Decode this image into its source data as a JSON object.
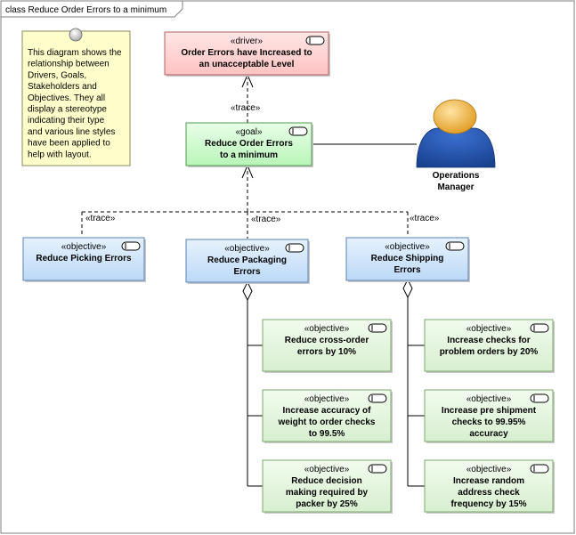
{
  "frame": {
    "title": "class Reduce Order Errors to a minimum"
  },
  "note": {
    "lines": [
      "This diagram shows the",
      "relationship between",
      "Drivers, Goals,",
      "Stakeholders and",
      "Objectives. They all",
      "display a stereotype",
      "indicating their type",
      "and various line styles",
      "have been applied to",
      "help with layout."
    ]
  },
  "driver": {
    "stereotype": "«driver»",
    "lines": [
      "Order Errors have Increased to",
      "an unacceptable Level"
    ]
  },
  "goal": {
    "stereotype": "«goal»",
    "lines": [
      "Reduce Order Errors",
      "to a minimum"
    ]
  },
  "actor": {
    "lines": [
      "Operations",
      "Manager"
    ]
  },
  "objectives": {
    "picking": {
      "stereotype": "«objective»",
      "lines": [
        "Reduce Picking Errors"
      ]
    },
    "packaging": {
      "stereotype": "«objective»",
      "lines": [
        "Reduce Packaging",
        "Errors"
      ]
    },
    "shipping": {
      "stereotype": "«objective»",
      "lines": [
        "Reduce Shipping",
        "Errors"
      ]
    },
    "cross_order": {
      "stereotype": "«objective»",
      "lines": [
        "Reduce cross-order",
        "errors by 10%"
      ]
    },
    "weight": {
      "stereotype": "«objective»",
      "lines": [
        "Increase accuracy of",
        "weight to order checks",
        "to 99.5%"
      ]
    },
    "decision": {
      "stereotype": "«objective»",
      "lines": [
        "Reduce decision",
        "making required by",
        "packer by 25%"
      ]
    },
    "problem_orders": {
      "stereotype": "«objective»",
      "lines": [
        "Increase checks for",
        "problem orders by 20%"
      ]
    },
    "pre_shipment": {
      "stereotype": "«objective»",
      "lines": [
        "Increase pre shipment",
        "checks to 99.95%",
        "accuracy"
      ]
    },
    "random_address": {
      "stereotype": "«objective»",
      "lines": [
        "Increase random",
        "address check",
        "frequency by 15%"
      ]
    }
  },
  "connectors": {
    "trace_goal_driver": "«trace»",
    "trace_picking": "«trace»",
    "trace_packaging": "«trace»",
    "trace_shipping": "«trace»"
  },
  "colors": {
    "driver_fill": "#ffcccc",
    "goal_fill": "#ccffcc",
    "objective_fill": "#cce4fb",
    "subobjective_fill": "#e3f5dc",
    "note_fill": "#ffffcc",
    "actor": "#1e4fa8",
    "actor_head": "#f2b23e"
  }
}
